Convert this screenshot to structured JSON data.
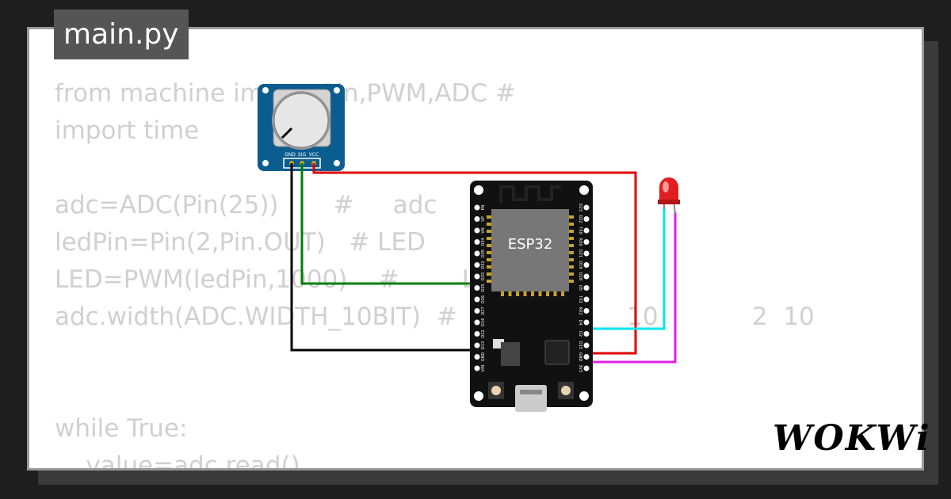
{
  "tab": {
    "title": "main.py"
  },
  "code": {
    "lines": [
      "from machine import Pin,PWM,ADC #",
      "import time",
      "",
      "adc=ADC(Pin(25))       #     adc",
      "ledPin=Pin(2,Pin.OUT)   # LED",
      "LED=PWM(ledPin,1000)    #        LED",
      "adc.width(ADC.WIDTH_10BIT)  #     ADC          10            2  10",
      "",
      "",
      "while True:",
      "    value=adc.read()"
    ]
  },
  "potentiometer": {
    "pins": [
      "GND",
      "SIG",
      "VCC"
    ]
  },
  "esp32": {
    "label": "ESP32",
    "left_pins": [
      "EN",
      "VP",
      "VN",
      "D34",
      "D35",
      "D32",
      "D33",
      "D25",
      "D26",
      "D27",
      "D14",
      "D12",
      "D13",
      "GND",
      "VIN"
    ],
    "right_pins": [
      "D23",
      "D22",
      "TX0",
      "RX0",
      "D21",
      "D19",
      "D18",
      "D5",
      "TX2",
      "RX2",
      "D4",
      "D2",
      "D15",
      "GND",
      "3V3"
    ]
  },
  "wires": {
    "gnd_color": "#000000",
    "sig_color": "#008000",
    "vcc_color": "#dd0000",
    "led_anode_color": "#00e5ee",
    "led_cathode_color": "#e020e0"
  },
  "colors": {
    "pot_board": "#0b5d8f",
    "esp_board": "#111111",
    "led": "#e02020"
  },
  "logo": {
    "text": "WOKWi"
  }
}
